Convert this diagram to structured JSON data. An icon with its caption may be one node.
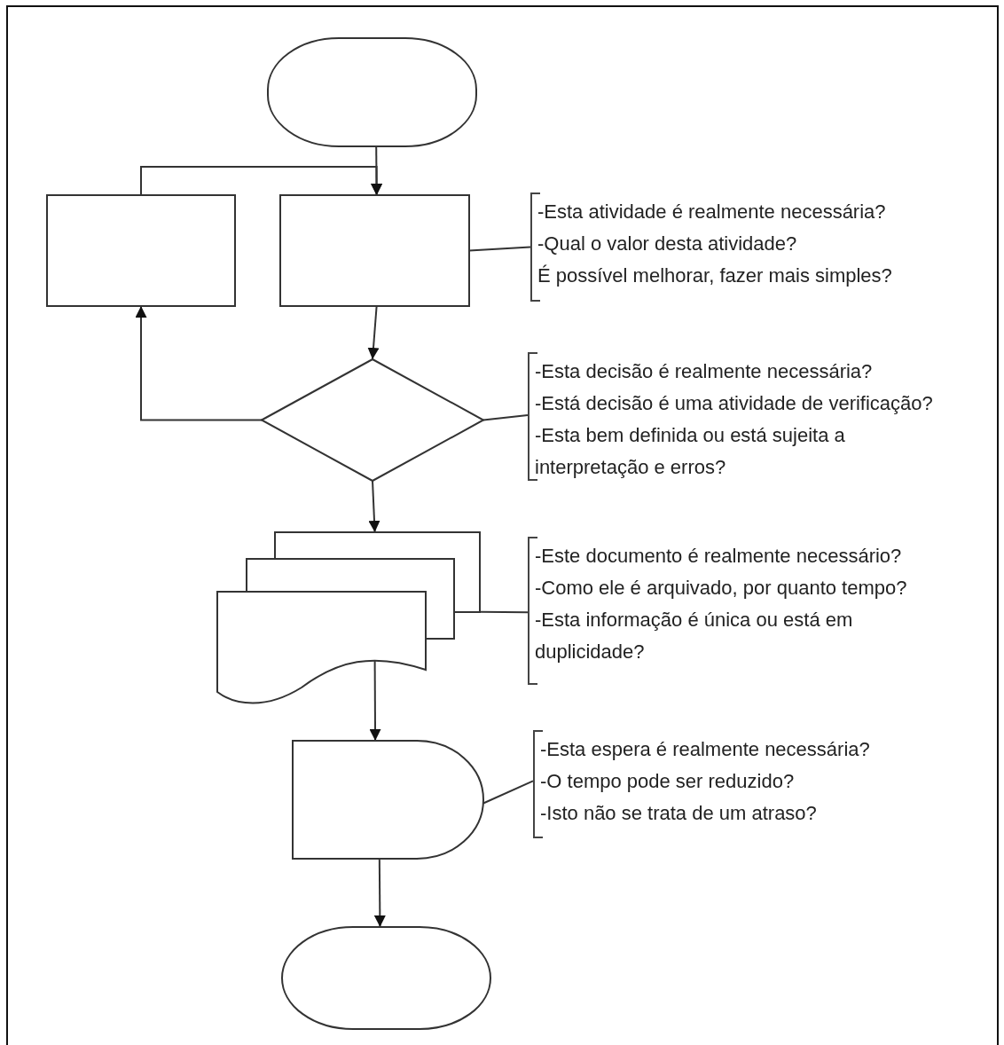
{
  "diagram": {
    "nodes": [
      {
        "text": [],
        "shape": "oval"
      },
      {
        "text": [],
        "shape": "box"
      },
      {
        "text": [],
        "shape": "box"
      },
      {
        "text": [
          "-Esta atividade é realmente necessária?",
          "-Qual o valor desta atividade?",
          "É possível melhorar, fazer mais simples?"
        ]
      },
      {
        "text": [],
        "shape": "diamond"
      },
      {
        "text": [
          "-Esta decisão é realmente necessária?",
          "-Está decisão é uma atividade de verificação?",
          "-Esta bem definida ou está sujeita a interpretação e erros?"
        ]
      },
      {
        "text": [],
        "shape": "document"
      },
      {
        "text": [
          "-Este documento é realmente necessário?",
          "-Como ele é arquivado, por quanto tempo?",
          "-Esta informação é única ou está em duplicidade?"
        ]
      },
      {
        "text": [],
        "shape": "delay"
      },
      {
        "text": [
          "-Esta espera é realmente necessária?",
          "-O tempo pode ser reduzido?",
          "-Isto não se trata de um atraso?"
        ]
      },
      {
        "text": [],
        "shape": "oval"
      }
    ],
    "edges": [
      {
        "from": 0,
        "to": 2,
        "arrow": "to"
      },
      {
        "from": 1,
        "to": 2,
        "arrow": "to"
      },
      {
        "from": 2,
        "to": 4,
        "arrow": "to"
      },
      {
        "from": 4,
        "to": 1,
        "arrow": "to"
      },
      {
        "from": 4,
        "to": 6,
        "arrow": "to"
      },
      {
        "from": 6,
        "to": 8,
        "arrow": "to"
      },
      {
        "from": 8,
        "to": 10,
        "arrow": "to"
      },
      {
        "from": 2,
        "to": 3,
        "arrow": "none"
      },
      {
        "from": 4,
        "to": 5,
        "arrow": "none"
      },
      {
        "from": 6,
        "to": 7,
        "arrow": "none"
      },
      {
        "from": 8,
        "to": 9,
        "arrow": "none"
      }
    ]
  }
}
